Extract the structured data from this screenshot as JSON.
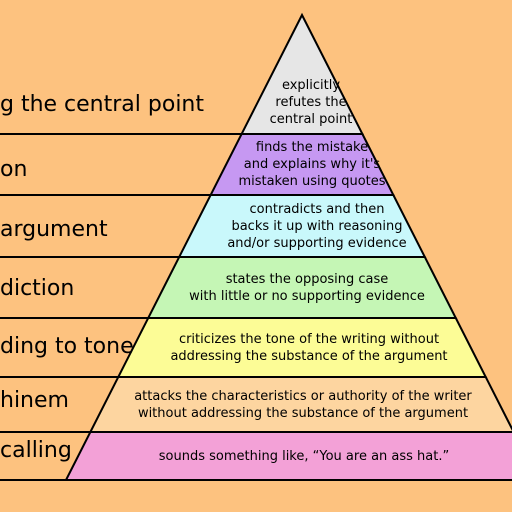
{
  "colors": {
    "background": "#fdc27f",
    "outline": "#000000"
  },
  "tiers": [
    {
      "label": "g the central point",
      "description": [
        "explicitly",
        "refutes the",
        "central point"
      ],
      "color": "#e6e6e6"
    },
    {
      "label": "on",
      "description": [
        "finds the mistake",
        "and explains why it's",
        "mistaken using quotes"
      ],
      "color": "#c698f2"
    },
    {
      "label": "argument",
      "description": [
        "contradicts and then",
        "backs it up with reasoning",
        "and/or supporting evidence"
      ],
      "color": "#c9f8fb"
    },
    {
      "label": "diction",
      "description": [
        "states the opposing case",
        "with little or no supporting evidence"
      ],
      "color": "#c5f6b5"
    },
    {
      "label": "ding to tone",
      "description": [
        "criticizes the tone of the writing without",
        "addressing the substance of the argument"
      ],
      "color": "#fcfc96"
    },
    {
      "label": "hinem",
      "description": [
        "attacks the characteristics or authority of the writer",
        "without addressing the substance of the argument"
      ],
      "color": "#fdd5a0"
    },
    {
      "label": "calling",
      "description": [
        "sounds something like, “You are an ass hat.”"
      ],
      "color": "#f3a1d7"
    }
  ]
}
